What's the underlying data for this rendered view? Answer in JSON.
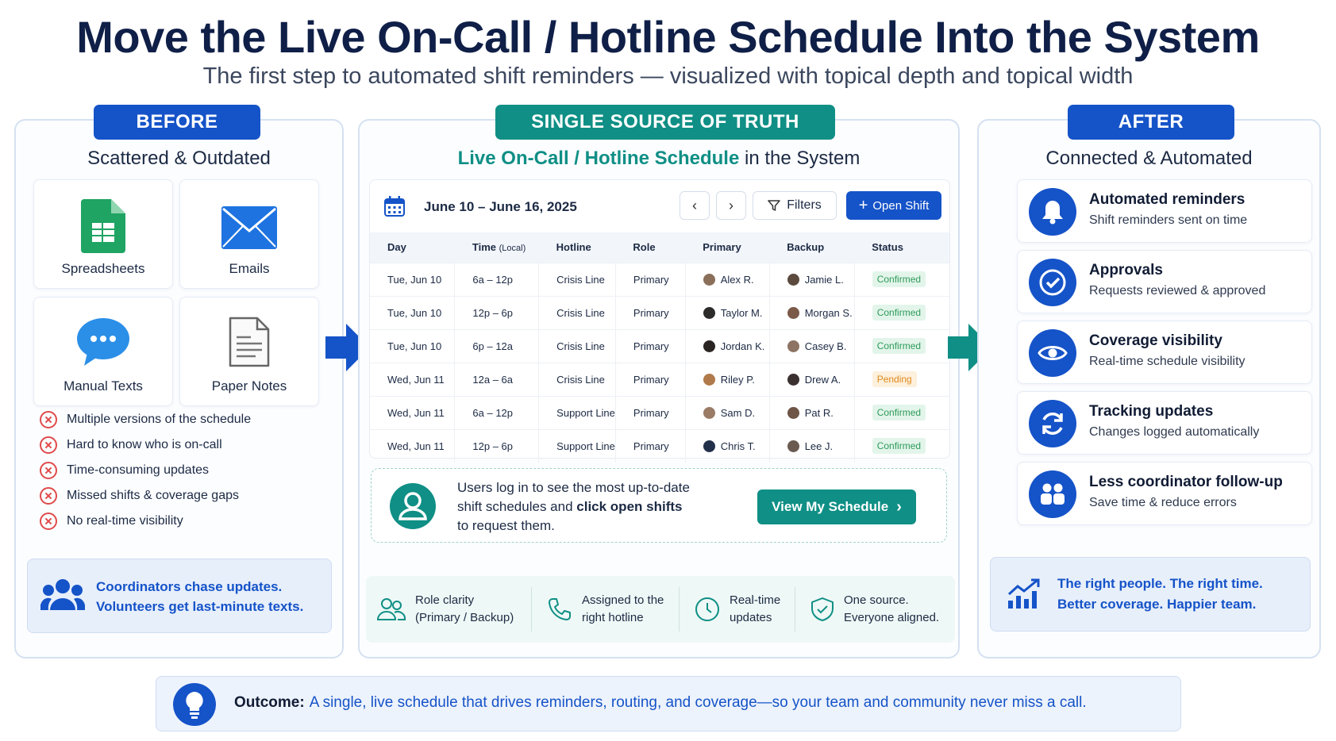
{
  "title": "Move the Live On-Call / Hotline Schedule Into the System",
  "subtitle": "The first step to automated shift reminders — visualized with topical depth and topical width",
  "before": {
    "pill": "BEFORE",
    "subtitle": "Scattered & Outdated",
    "tiles": [
      "Spreadsheets",
      "Emails",
      "Manual Texts",
      "Paper Notes"
    ],
    "issues": [
      "Multiple versions of the schedule",
      "Hard to know who is on-call",
      "Time-consuming updates",
      "Missed shifts & coverage gaps",
      "No real-time visibility"
    ],
    "note_line1": "Coordinators chase updates.",
    "note_line2": "Volunteers get last-minute texts."
  },
  "center": {
    "pill": "SINGLE SOURCE OF TRUTH",
    "subtitle_highlight": "Live On-Call / Hotline Schedule",
    "subtitle_rest": " in the System",
    "date_range": "June 10 – June 16, 2025",
    "prev_glyph": "‹",
    "next_glyph": "›",
    "filters_label": "Filters",
    "open_shift_label": "Open Shift",
    "columns": {
      "day": "Day",
      "time": "Time",
      "time_note": "(Local)",
      "hotline": "Hotline",
      "role": "Role",
      "primary": "Primary",
      "backup": "Backup",
      "status": "Status"
    },
    "rows": [
      {
        "day": "Tue, Jun 10",
        "time": "6a – 12p",
        "hotline": "Crisis Line",
        "role": "Primary",
        "primary": "Alex R.",
        "backup": "Jamie L.",
        "status": "Confirmed"
      },
      {
        "day": "Tue, Jun 10",
        "time": "12p – 6p",
        "hotline": "Crisis Line",
        "role": "Primary",
        "primary": "Taylor M.",
        "backup": "Morgan S.",
        "status": "Confirmed"
      },
      {
        "day": "Tue, Jun 10",
        "time": "6p – 12a",
        "hotline": "Crisis Line",
        "role": "Primary",
        "primary": "Jordan K.",
        "backup": "Casey B.",
        "status": "Confirmed"
      },
      {
        "day": "Wed, Jun 11",
        "time": "12a – 6a",
        "hotline": "Crisis Line",
        "role": "Primary",
        "primary": "Riley P.",
        "backup": "Drew A.",
        "status": "Pending"
      },
      {
        "day": "Wed, Jun 11",
        "time": "6a – 12p",
        "hotline": "Support Line",
        "role": "Primary",
        "primary": "Sam D.",
        "backup": "Pat R.",
        "status": "Confirmed"
      },
      {
        "day": "Wed, Jun 11",
        "time": "12p – 6p",
        "hotline": "Support Line",
        "role": "Primary",
        "primary": "Chris T.",
        "backup": "Lee J.",
        "status": "Confirmed"
      }
    ],
    "login_line1": "Users log in to see the most up-to-date",
    "login_line2a": "shift schedules and ",
    "login_line2b": "click open shifts",
    "login_line3": "to request them.",
    "view_label": "View My Schedule",
    "features": [
      {
        "l1": "Role clarity",
        "l2": "(Primary / Backup)"
      },
      {
        "l1": "Assigned to the",
        "l2": "right hotline"
      },
      {
        "l1": "Real-time",
        "l2": "updates"
      },
      {
        "l1": "One source.",
        "l2": "Everyone aligned."
      }
    ]
  },
  "after": {
    "pill": "AFTER",
    "subtitle": "Connected & Automated",
    "items": [
      {
        "title": "Automated reminders",
        "desc": "Shift reminders sent on time"
      },
      {
        "title": "Approvals",
        "desc": "Requests reviewed & approved"
      },
      {
        "title": "Coverage visibility",
        "desc": "Real-time schedule visibility"
      },
      {
        "title": "Tracking updates",
        "desc": "Changes logged automatically"
      },
      {
        "title": "Less coordinator follow-up",
        "desc": "Save time & reduce errors"
      }
    ],
    "note_line1": "The right people. The right time.",
    "note_line2": "Better coverage. Happier team."
  },
  "outcome": {
    "label": "Outcome:",
    "text": "A single, live schedule that drives reminders, routing, and coverage—so your team and community never miss a call."
  },
  "colors": {
    "brand_blue": "#1553c8",
    "brand_teal": "#0f8f85",
    "confirmed": "#2e9b5b",
    "pending": "#e08a1e",
    "error": "#e04a4a"
  }
}
